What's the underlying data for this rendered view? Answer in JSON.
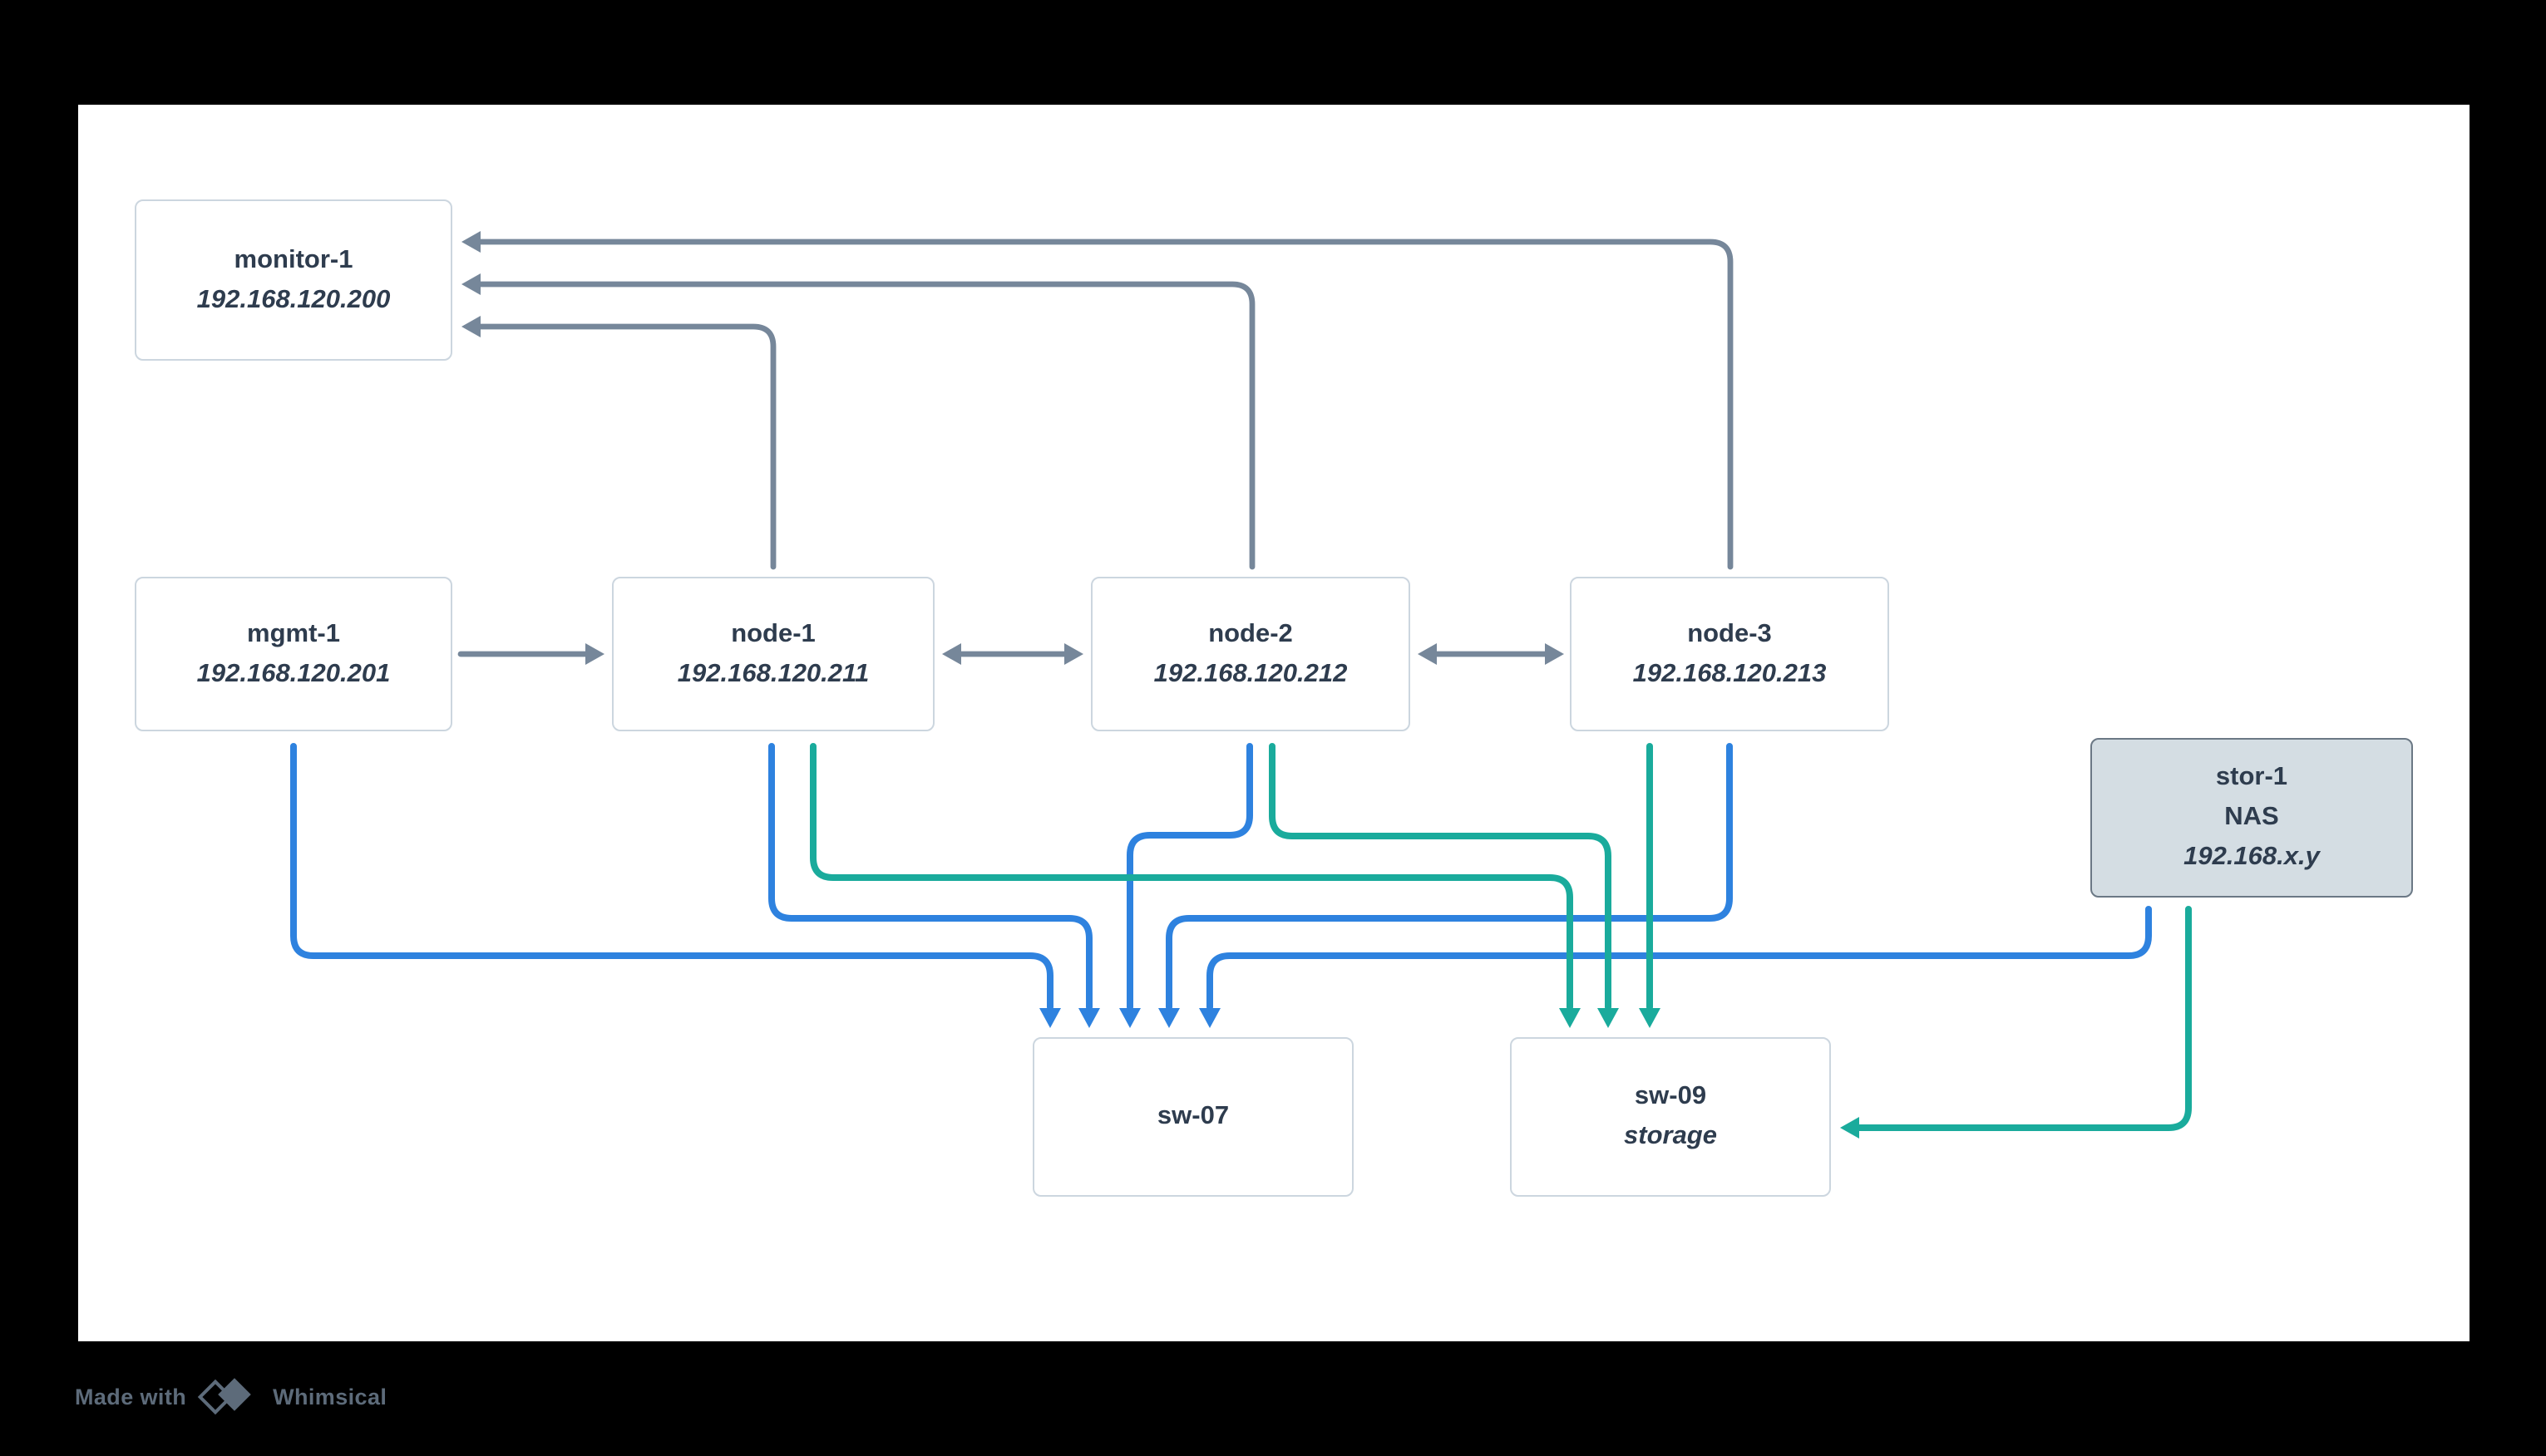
{
  "diagram": {
    "title_hint": "network topology diagram",
    "nodes": {
      "monitor1": {
        "label": "monitor-1",
        "ip": "192.168.120.200"
      },
      "mgmt1": {
        "label": "mgmt-1",
        "ip": "192.168.120.201"
      },
      "node1": {
        "label": "node-1",
        "ip": "192.168.120.211"
      },
      "node2": {
        "label": "node-2",
        "ip": "192.168.120.212"
      },
      "node3": {
        "label": "node-3",
        "ip": "192.168.120.213"
      },
      "stor1": {
        "label": "stor-1",
        "sublabel": "NAS",
        "ip": "192.168.x.y"
      },
      "sw07": {
        "label": "sw-07"
      },
      "sw09": {
        "label": "sw-09",
        "sublabel": "storage"
      }
    },
    "edges": [
      {
        "from": "mgmt-1",
        "to": "node-1",
        "color": "gray",
        "style": "arrow"
      },
      {
        "from": "node-1",
        "to": "node-2",
        "color": "gray",
        "style": "double-arrow"
      },
      {
        "from": "node-2",
        "to": "node-3",
        "color": "gray",
        "style": "double-arrow"
      },
      {
        "from": "node-1",
        "to": "monitor-1",
        "color": "gray",
        "style": "arrow"
      },
      {
        "from": "node-2",
        "to": "monitor-1",
        "color": "gray",
        "style": "arrow"
      },
      {
        "from": "node-3",
        "to": "monitor-1",
        "color": "gray",
        "style": "arrow"
      },
      {
        "from": "mgmt-1",
        "to": "sw-07",
        "color": "blue",
        "style": "arrow"
      },
      {
        "from": "node-1",
        "to": "sw-07",
        "color": "blue",
        "style": "arrow"
      },
      {
        "from": "node-2",
        "to": "sw-07",
        "color": "blue",
        "style": "arrow"
      },
      {
        "from": "node-3",
        "to": "sw-07",
        "color": "blue",
        "style": "arrow"
      },
      {
        "from": "stor-1",
        "to": "sw-07",
        "color": "blue",
        "style": "arrow"
      },
      {
        "from": "node-1",
        "to": "sw-09",
        "color": "teal",
        "style": "arrow"
      },
      {
        "from": "node-2",
        "to": "sw-09",
        "color": "teal",
        "style": "arrow"
      },
      {
        "from": "node-3",
        "to": "sw-09",
        "color": "teal",
        "style": "arrow"
      },
      {
        "from": "stor-1",
        "to": "sw-09",
        "color": "teal",
        "style": "arrow"
      }
    ],
    "colors": {
      "gray_link": "#76879A",
      "blue_link": "#2E82DF",
      "teal_link": "#1AAB9C",
      "box_border": "#CCD6DF",
      "storage_fill": "#D4DDE3",
      "storage_border": "#6B7885",
      "text": "#2E3C4E",
      "canvas": "#FFFFFF",
      "frame": "#000000",
      "watermark": "#5D6B7A"
    }
  },
  "watermark": {
    "made_with": "Made with",
    "brand": "Whimsical"
  }
}
